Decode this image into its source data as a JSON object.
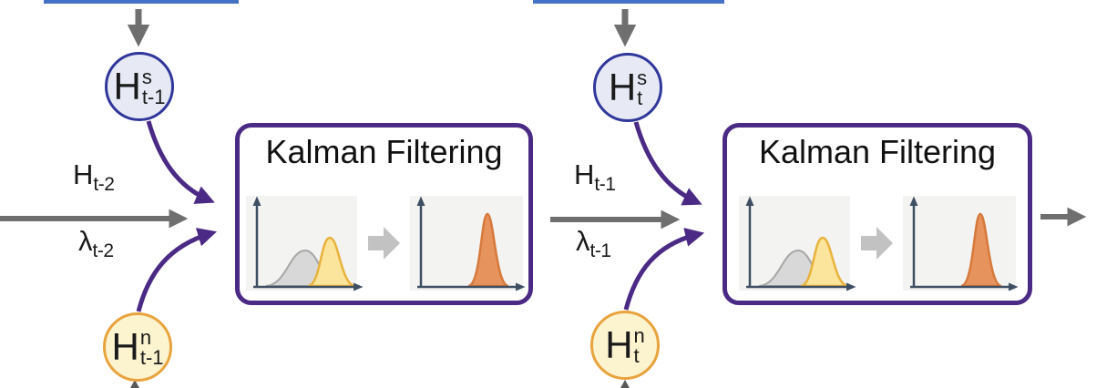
{
  "stages": [
    {
      "id": "stage-previous",
      "box_title": "Kalman Filtering",
      "state_node": {
        "base": "H",
        "sup": "s",
        "sub": "t-1"
      },
      "noise_node": {
        "base": "H",
        "sup": "n",
        "sub": "t-1"
      },
      "input_top_label": {
        "base": "H",
        "sub": "t-2"
      },
      "input_bottom_label": {
        "base": "λ",
        "sub": "t-2"
      }
    },
    {
      "id": "stage-current",
      "box_title": "Kalman Filtering",
      "state_node": {
        "base": "H",
        "sup": "s",
        "sub": "t"
      },
      "noise_node": {
        "base": "H",
        "sup": "n",
        "sub": "t"
      },
      "input_top_label": {
        "base": "H",
        "sub": "t-1"
      },
      "input_bottom_label": {
        "base": "λ",
        "sub": "t-1"
      }
    }
  ],
  "icons": {
    "down_arrow": "down-arrow-icon",
    "right_arrow": "right-arrow-icon",
    "curved_arrow": "curved-arrow-icon",
    "block_arrow": "block-arrow-icon",
    "plot_icon_left": "prior-and-observation-distributions-icon",
    "plot_icon_right": "posterior-distribution-icon"
  },
  "colors": {
    "accent_purple": "#4B2A85",
    "arrow_gray": "#6F6F6F",
    "truncated_edge_blue": "#4472C4",
    "state_circle_fill": "#E7EAF5",
    "state_circle_border": "#30379A",
    "noise_circle_fill": "#FCF3CF",
    "noise_circle_border": "#E8A33D",
    "plot_background": "#F3F3F1",
    "axis_color": "#3E4E63",
    "prior_curve_fill": "#D8D8D8",
    "prior_curve_stroke": "#A6A6A6",
    "observation_curve_fill": "#FBE49B",
    "observation_curve_stroke": "#E9B23C",
    "posterior_curve_fill": "#E6935E",
    "posterior_curve_stroke": "#D6793B",
    "block_arrow_gray": "#C2C2C2"
  }
}
